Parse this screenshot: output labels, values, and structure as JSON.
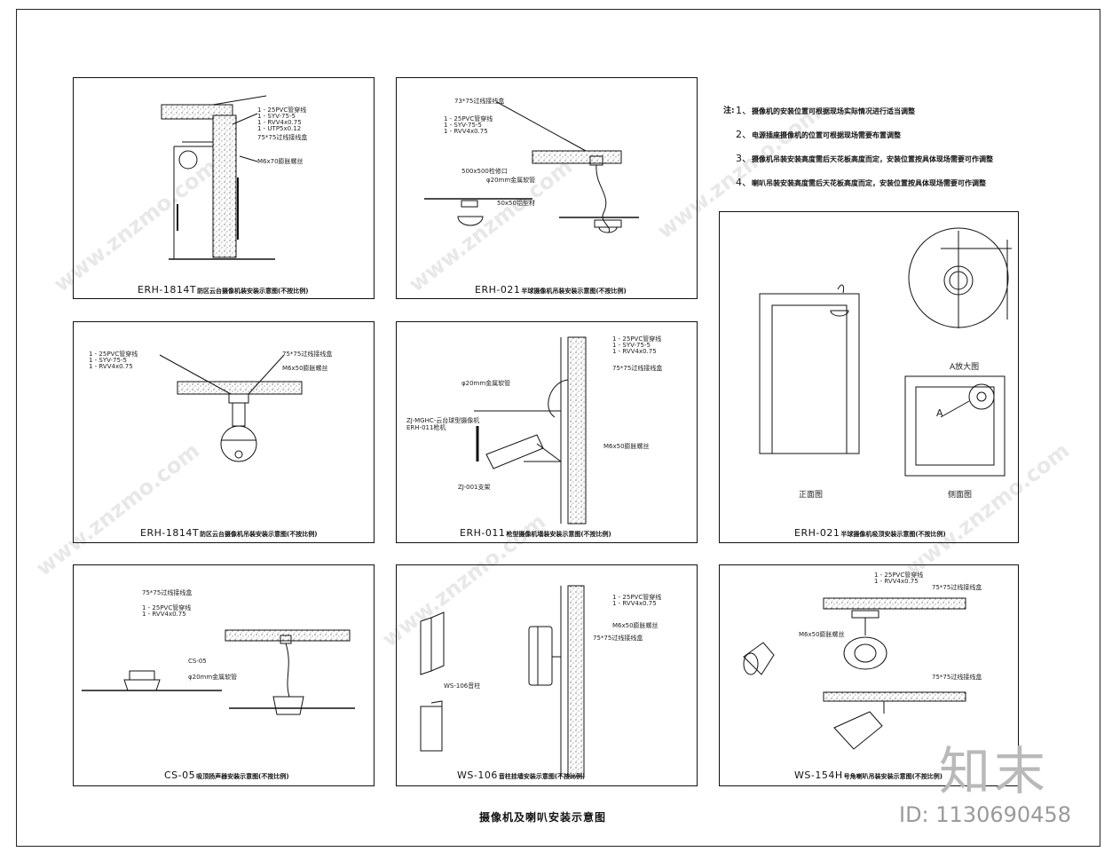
{
  "panels": [
    {
      "code": "ERH-1814T",
      "desc": "防区云台摄像机装安装示意图(不按比例)"
    },
    {
      "code": "ERH-021",
      "desc": "半球摄像机吊装安装示意图(不按比例)"
    },
    {
      "code": "ERH-1814T",
      "desc": "防区云台摄像机吊装安装示意图(不按比例)"
    },
    {
      "code": "ERH-011",
      "desc": "枪型摄像机墙装安装示意图(不按比例)"
    },
    {
      "code": "ERH-021",
      "desc": "半球摄像机吸顶安装示意图(不按比例)"
    },
    {
      "code": "CS-05",
      "desc": "吸顶扬声器安装示意图(不按比例)"
    },
    {
      "code": "WS-106",
      "desc": "音柱挂墙安装示意图(不按比例)"
    },
    {
      "code": "WS-154H",
      "desc": "号角喇叭吊装安装示意图(不按比例)"
    }
  ],
  "notes": {
    "head": "注:",
    "lines": [
      {
        "num": "1、",
        "text": "摄像机的安装位置可根据现场实际情况进行适当调整"
      },
      {
        "num": "2、",
        "text": "电源插座摄像机的位置可根据现场需要布置调整"
      },
      {
        "num": "3、",
        "text": "摄像机吊装安装高度需后天花板高度而定，安装位置按具体现场需要可作调整"
      },
      {
        "num": "4、",
        "text": "喇叭吊装安装高度需后天花板高度而定，安装位置按具体现场需要可作调整"
      }
    ]
  },
  "sub_labels": {
    "a_detail": "A放大图",
    "front": "正面图",
    "side": "侧面图",
    "a": "A"
  },
  "labels": {
    "p1": [
      "1 - 25PVC管穿线",
      "1 - SYV-75-5",
      "1 - RVV4x0.75",
      "1 - UTP5x0.12",
      "75*75过线接线盒",
      "M6x70膨胀螺丝"
    ],
    "p2": [
      "73*75过线接线盒",
      "1 - 25PVC管穿线",
      "1 - SYV-75-5",
      "1 - RVV4x0.75",
      "500x500检修口",
      "φ20mm金属软管",
      "50x50铝型材"
    ],
    "p3": [
      "1 - 25PVC管穿线",
      "1 - SYV-75-5",
      "1 - RVV4x0.75",
      "75*75过线接线盒",
      "M6x50膨胀螺丝"
    ],
    "p4": [
      "1 - 25PVC管穿线",
      "1 - SYV-75-5",
      "1 - RVV4x0.75",
      "75*75过线接线盒",
      "φ20mm金属软管",
      "ZJ-MGHC-云台球型摄像机",
      "ERH-011枪机",
      "M6x50膨胀螺丝",
      "ZJ-001支架"
    ],
    "p6": [
      "75*75过线接线盒",
      "1 - 25PVC管穿线",
      "1 - RVV4x0.75",
      "CS-05",
      "φ20mm金属软管"
    ],
    "p7": [
      "1 - 25PVC管穿线",
      "1 - RVV4x0.75",
      "M6x50膨胀螺丝",
      "75*75过线接线盒",
      "WS-106音柱"
    ],
    "p8": [
      "1 - 25PVC管穿线",
      "1 - RVV4x0.75",
      "75*75过线接线盒",
      "M6x50膨胀螺丝"
    ]
  },
  "sheet_title": "摄像机及喇叭安装示意图",
  "brand": "知末",
  "image_id": "ID: 1130690458",
  "watermark": "www.znzmo.com"
}
